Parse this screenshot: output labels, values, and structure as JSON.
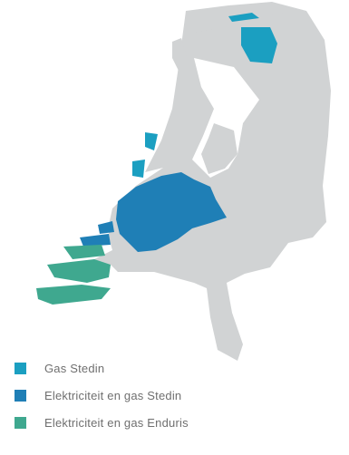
{
  "map": {
    "colors": {
      "background": "#ffffff",
      "land": "#d1d3d4",
      "gas_stedin": "#1b9fc1",
      "elektriciteit_gas_stedin": "#1f7fb6",
      "elektriciteit_gas_enduris": "#3fa88f"
    }
  },
  "legend": {
    "items": [
      {
        "label": "Gas Stedin",
        "color": "#1b9fc1"
      },
      {
        "label": "Elektriciteit en gas Stedin",
        "color": "#1f7fb6"
      },
      {
        "label": "Elektriciteit en gas Enduris",
        "color": "#3fa88f"
      }
    ]
  }
}
